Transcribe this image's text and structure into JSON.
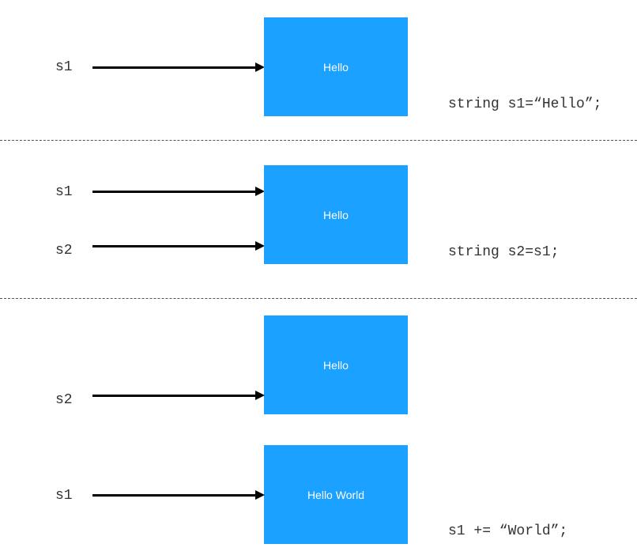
{
  "colors": {
    "box_fill": "#1BA1FF",
    "arrow": "#000000",
    "box_text": "#FFFFFF"
  },
  "panels": [
    {
      "boxes": [
        {
          "text": "Hello"
        }
      ],
      "pointers": [
        {
          "var": "s1"
        }
      ],
      "code": "string s1=“Hello”;"
    },
    {
      "boxes": [
        {
          "text": "Hello"
        }
      ],
      "pointers": [
        {
          "var": "s1"
        },
        {
          "var": "s2"
        }
      ],
      "code": "string s2=s1;"
    },
    {
      "boxes": [
        {
          "text": "Hello"
        },
        {
          "text": "Hello World"
        }
      ],
      "pointers": [
        {
          "var": "s2"
        },
        {
          "var": "s1"
        }
      ],
      "code": "s1 += “World”;"
    }
  ]
}
